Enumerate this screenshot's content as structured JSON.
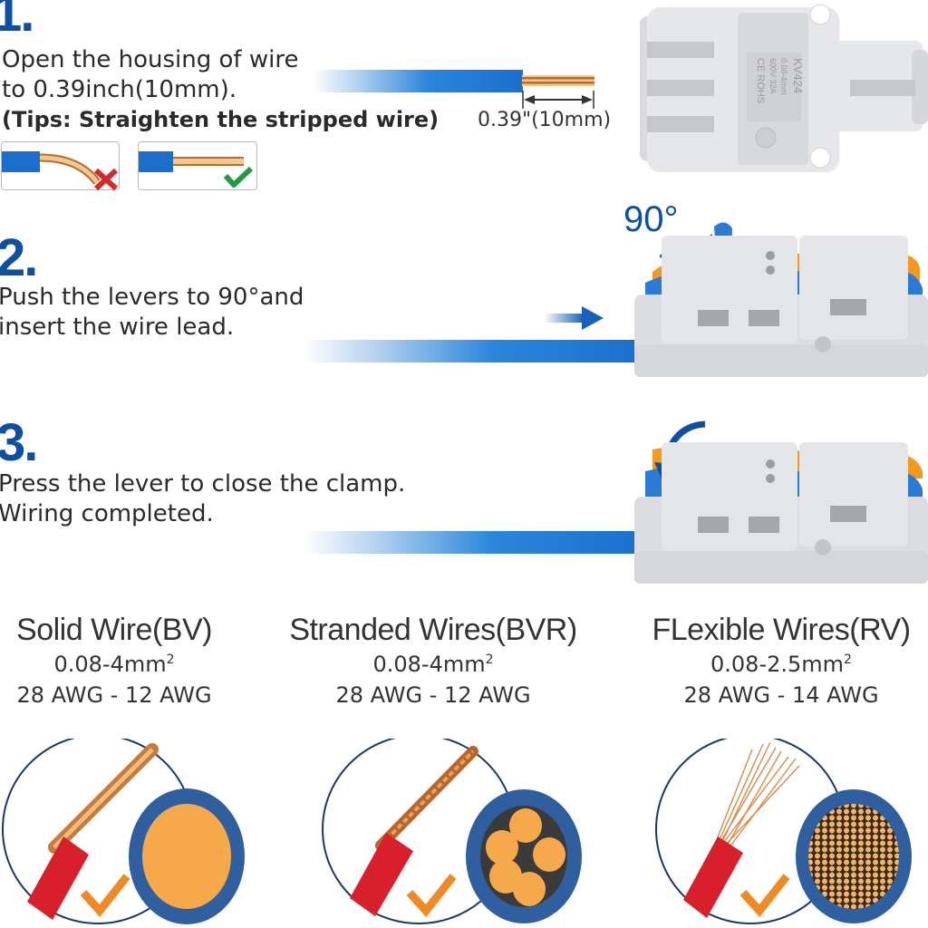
{
  "colors": {
    "step_number": "#0d4fa0",
    "wire_blue": "#1a6fcd",
    "copper": "#e8a25a",
    "insulation_red": "#d8202c",
    "check_orange": "#f08a24",
    "check_green": "#1f9a45",
    "cross_red": "#d42a2a",
    "housing_gray": "#e4e5e8",
    "lever_orange": "#f39a1e",
    "lever_blue": "#2a7ad6",
    "crosssection_blue": "#2f5f9f"
  },
  "steps": [
    {
      "number": "1.",
      "lines": [
        "Open the housing of wire",
        "to 0.39inch(10mm)."
      ],
      "tip": "(Tips:  Straighten the stripped wire)",
      "strip_length_label": "0.39\"(10mm)",
      "examples": [
        {
          "state": "bent",
          "icon": "cross-icon",
          "correct": false
        },
        {
          "state": "straight",
          "icon": "check-icon",
          "correct": true
        }
      ],
      "connector_markings": [
        "KV424",
        "0.08-4mm",
        "600V 32A",
        "CE ROHS"
      ]
    },
    {
      "number": "2.",
      "lines": [
        "Push the levers to 90°and",
        "insert the wire lead."
      ],
      "angle_label": "90°"
    },
    {
      "number": "3.",
      "lines": [
        "Press the lever to close the clamp.",
        "Wiring completed."
      ]
    }
  ],
  "wire_types": [
    {
      "title": "Solid Wire(BV)",
      "range": "0.08-4mm",
      "range_sup": "2",
      "awg": "28 AWG - 12 AWG",
      "cross_section": "solid"
    },
    {
      "title": "Stranded Wires(BVR)",
      "range": "0.08-4mm",
      "range_sup": "2",
      "awg": "28 AWG - 12 AWG",
      "cross_section": "stranded"
    },
    {
      "title": "FLexible Wires(RV)",
      "range": "0.08-2.5mm",
      "range_sup": "2",
      "awg": "28 AWG - 14 AWG",
      "cross_section": "flexible"
    }
  ]
}
